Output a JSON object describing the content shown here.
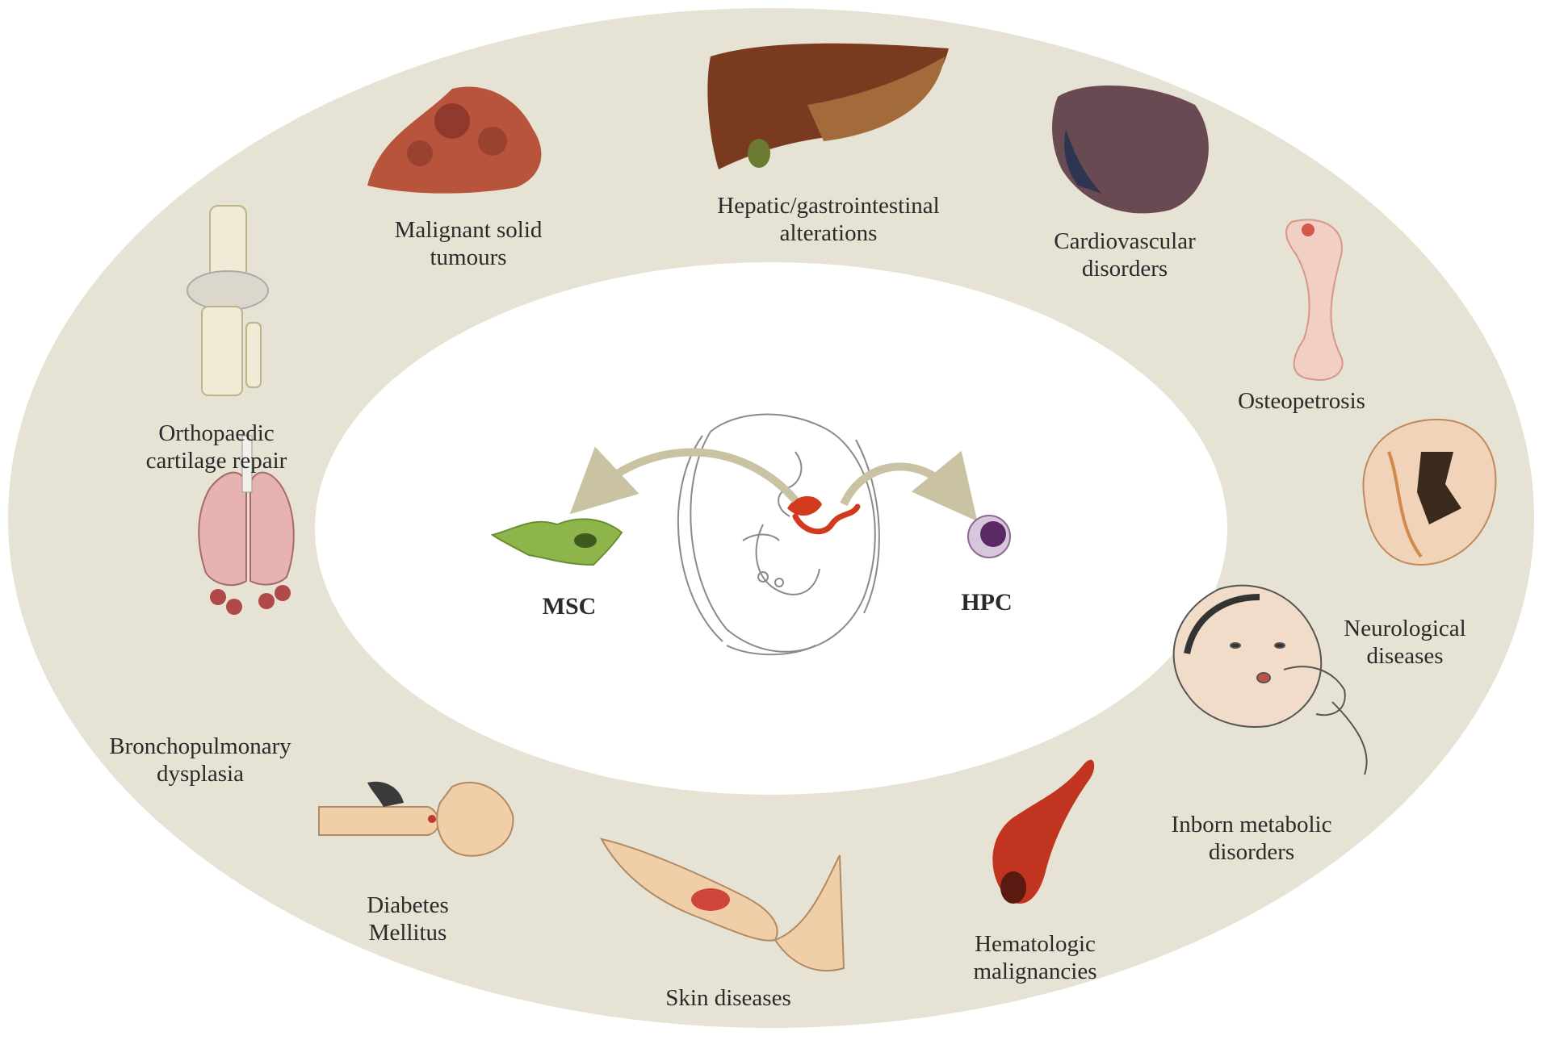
{
  "center": {
    "left_label": "MSC",
    "right_label": "HPC"
  },
  "conditions": [
    {
      "id": "malignant",
      "line1": "Malignant solid",
      "line2": "tumours"
    },
    {
      "id": "hepatic",
      "line1": "Hepatic/gastrointestinal",
      "line2": "alterations"
    },
    {
      "id": "cardio",
      "line1": "Cardiovascular",
      "line2": "disorders"
    },
    {
      "id": "osteo",
      "line1": "Osteopetrosis",
      "line2": ""
    },
    {
      "id": "neuro",
      "line1": "Neurological",
      "line2": "diseases"
    },
    {
      "id": "inborn",
      "line1": "Inborn metabolic",
      "line2": "disorders"
    },
    {
      "id": "hemato",
      "line1": "Hematologic",
      "line2": "malignancies"
    },
    {
      "id": "skin",
      "line1": "Skin diseases",
      "line2": ""
    },
    {
      "id": "diabetes",
      "line1": "Diabetes",
      "line2": "Mellitus"
    },
    {
      "id": "broncho",
      "line1": "Bronchopulmonary",
      "line2": "dysplasia"
    },
    {
      "id": "ortho",
      "line1": "Orthopaedic",
      "line2": "cartilage repair"
    }
  ],
  "colors": {
    "ring": "#e6e2d4",
    "inner": "#ffffff",
    "arrow": "#c9c3a3",
    "msc": "#8db54a",
    "hpc": "#7a3e86",
    "cord": "#d23a1e"
  }
}
